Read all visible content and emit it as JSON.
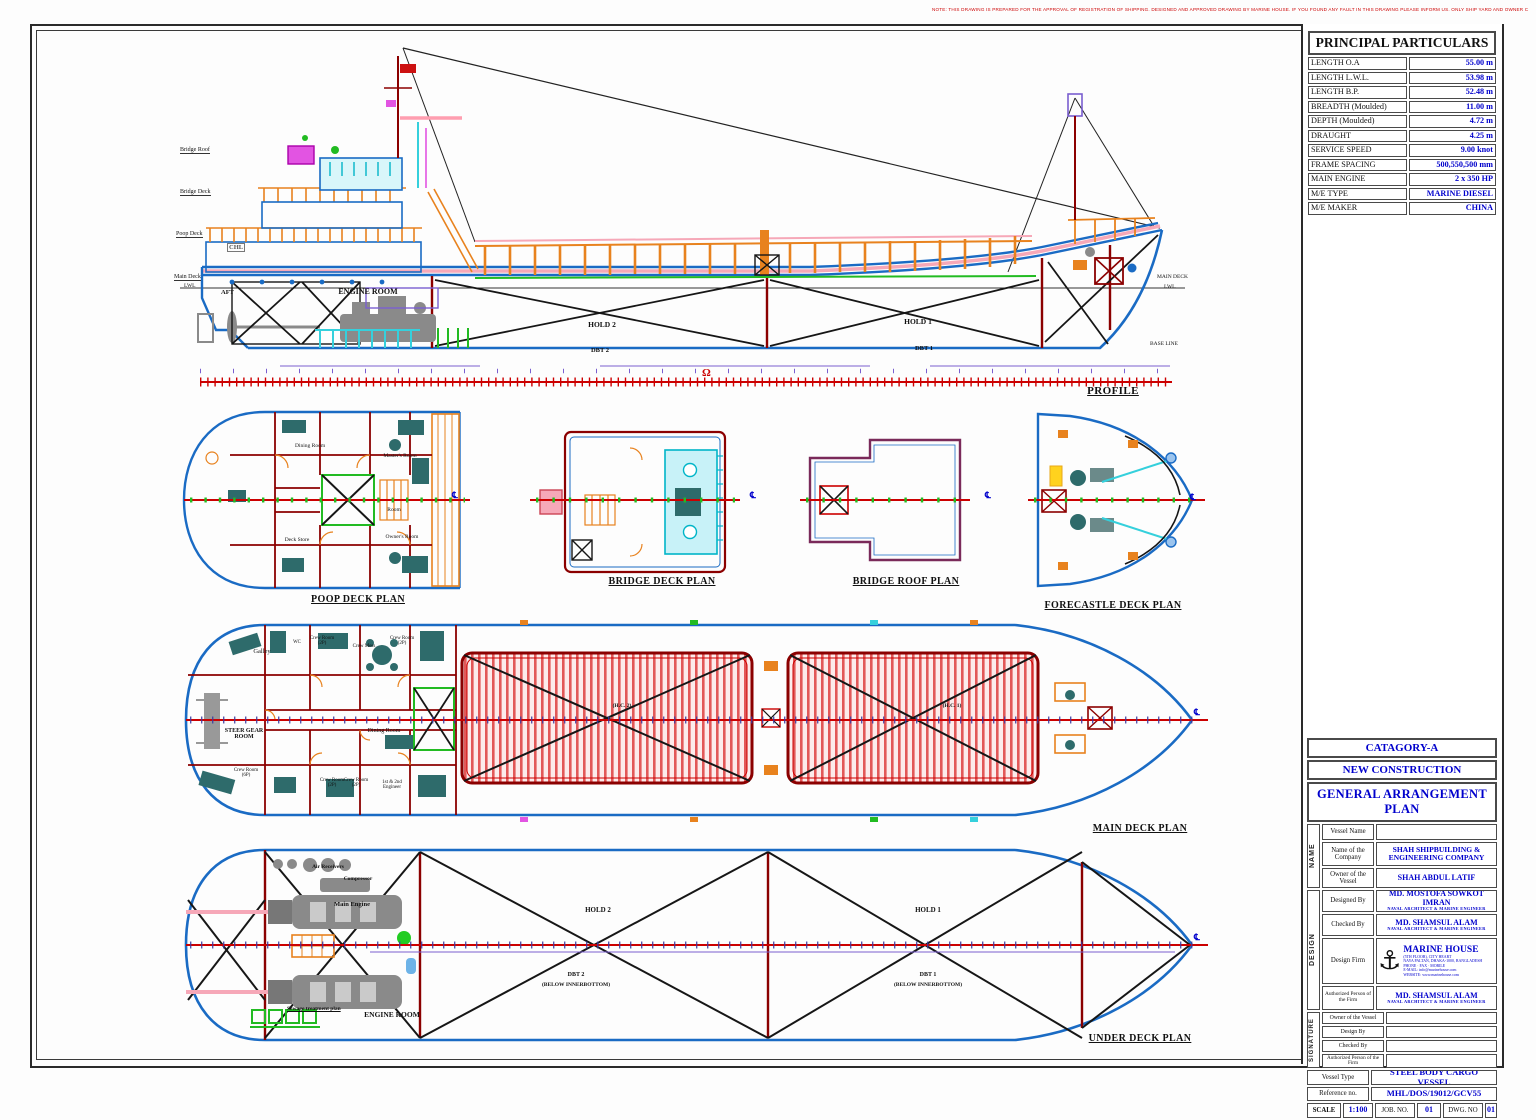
{
  "note_top": "NOTE: THIS DRAWING IS PREPARED FOR THE APPROVAL OF REGISTRATION OF SHIPPING. DESIGNED AND APPROVED DRAWING BY MARINE HOUSE. IF YOU FOUND ANY FAULT IN THIS DRAWING PLEASE INFORM US. ONLY SHIP YARD AND OWNER CAN USE THIS DRAWING WITH PERMISSION, NO PART IS USED.",
  "principal_particulars": {
    "title": "PRINCIPAL PARTICULARS",
    "rows": [
      {
        "label": "LENGTH O.A",
        "value": "55.00 m"
      },
      {
        "label": "LENGTH L.W.L.",
        "value": "53.98 m"
      },
      {
        "label": "LENGTH B.P.",
        "value": "52.48 m"
      },
      {
        "label": "BREADTH (Moulded)",
        "value": "11.00 m"
      },
      {
        "label": "DEPTH (Moulded)",
        "value": "4.72 m"
      },
      {
        "label": "DRAUGHT",
        "value": "4.25 m"
      },
      {
        "label": "SERVICE SPEED",
        "value": "9.00 knot"
      },
      {
        "label": "FRAME SPACING",
        "value": "500,550,500 mm"
      },
      {
        "label": "MAIN ENGINE",
        "value": "2 x 350 HP"
      },
      {
        "label": "M/E TYPE",
        "value": "MARINE DIESEL"
      },
      {
        "label": "M/E MAKER",
        "value": "CHINA"
      }
    ]
  },
  "profile": {
    "caption": "PROFILE",
    "labels": {
      "bridge_roof": "Bridge Roof",
      "bridge_deck": "Bridge Deck",
      "poop_deck": "Poop Deck",
      "main_deck_l": "Main Deck",
      "lwl_l": "LWL",
      "chl": "CHL",
      "aft": "AFT",
      "engine_room": "ENGINE ROOM",
      "hold2": "HOLD 2",
      "hold1": "HOLD 1",
      "dbt2": "DBT 2",
      "dbt1": "DBT 1",
      "main_deck_r": "MAIN DECK",
      "lwl_r": "LWL",
      "base_line": "BASE LINE"
    }
  },
  "poop_deck": {
    "caption": "POOP DECK PLAN",
    "rooms": {
      "dining": "Dining Room",
      "master": "Master's Room",
      "room": "Room",
      "deck_store": "Deck Store",
      "owners": "Owner's Room"
    }
  },
  "bridge_deck": {
    "caption": "BRIDGE DECK PLAN"
  },
  "bridge_roof": {
    "caption": "BRIDGE ROOF PLAN"
  },
  "forecastle": {
    "caption": "FORECASTLE DECK PLAN"
  },
  "main_deck": {
    "caption": "MAIN DECK PLAN",
    "labels": {
      "galley": "Galley",
      "wc": "WC",
      "crew_2p_a": "Crew Room (2P)",
      "crew_mess": "Crew Mess",
      "crew_2p_b": "Crew Room (2P)",
      "steer_gear": "STEER GEAR ROOM",
      "dining": "Dining Room",
      "crew_6p": "Crew Room (6P)",
      "crew_2p_c": "Crew Room (2P)",
      "crew_2p_d": "Crew Room (2P)",
      "engineer": "1st & 2nd Engineer",
      "hc2": "(H.C. 2)",
      "hc1": "(H.C. 1)"
    }
  },
  "under_deck": {
    "caption": "UNDER DECK PLAN",
    "labels": {
      "air_receivers": "Air Receivers",
      "compressor": "Compressor",
      "main_engine": "Main Engine",
      "engine_room": "ENGINE ROOM",
      "sewage": "Sewage treatment plan",
      "hold2": "HOLD 2",
      "hold1": "HOLD 1",
      "dbt2": "DBT 2",
      "dbt2_sub": "(BELOW INNERBOTTOM)",
      "dbt1": "DBT 1",
      "dbt1_sub": "(BELOW INNERBOTTOM)"
    }
  },
  "cl_symbol": "℄",
  "title_block": {
    "category": "CATAGORY-A",
    "construction": "NEW CONSTRUCTION",
    "drawing_title": "GENERAL ARRANGEMENT PLAN",
    "name_strip": "NAME",
    "design_strip": "DESIGN",
    "signature_strip": "SIGNATURE",
    "vessel_name_label": "Vessel Name",
    "company_label": "Name of the Company",
    "company_value": "SHAH SHIPBUILDING & ENGINEERING COMPANY",
    "owner_label": "Owner of the Vessel",
    "owner_value": "SHAH ABDUL LATIF",
    "designed_by_label": "Designed By",
    "designed_by_value": "MD. MOSTOFA SOWKOT IMRAN",
    "designed_by_sub": "NAVAL ARCHITECT & MARINE ENGINEER",
    "checked_by_label": "Checked By",
    "checked_by_value": "MD. SHAMSUL ALAM",
    "checked_by_sub": "NAVAL ARCHITECT & MARINE ENGINEER",
    "design_firm_label": "Design Firm",
    "design_firm_value": "MARINE HOUSE",
    "design_firm_details": [
      "(5TH FLOOR), CITY HEART",
      "NAYA PALTAN, DHAKA-1000, BANGLADESH",
      "PHONE · FAX · MOBILE",
      "E-MAIL: info@marinehouse.com",
      "WEBSITE: www.marinehouse.com"
    ],
    "authorized_label": "Authorized Person of the Firm",
    "authorized_value": "MD. SHAMSUL ALAM",
    "authorized_sub": "NAVAL ARCHITECT & MARINE ENGINEER",
    "signature_rows": [
      "Owner of the Vessel",
      "Design By",
      "Checked By",
      "Authorized Person of the Firm"
    ],
    "vessel_type_label": "Vessel Type",
    "vessel_type_value": "STEEL BODY CARGO VESSEL",
    "reference_label": "Reference no.",
    "reference_value": "MHL/DOS/19012/GCV55",
    "scale_label": "SCALE",
    "scale_value": "1:100",
    "job_no_label": "JOB. NO.",
    "job_no_value": "01",
    "dwg_no_label": "DWG. NO",
    "dwg_no_value": "01"
  }
}
